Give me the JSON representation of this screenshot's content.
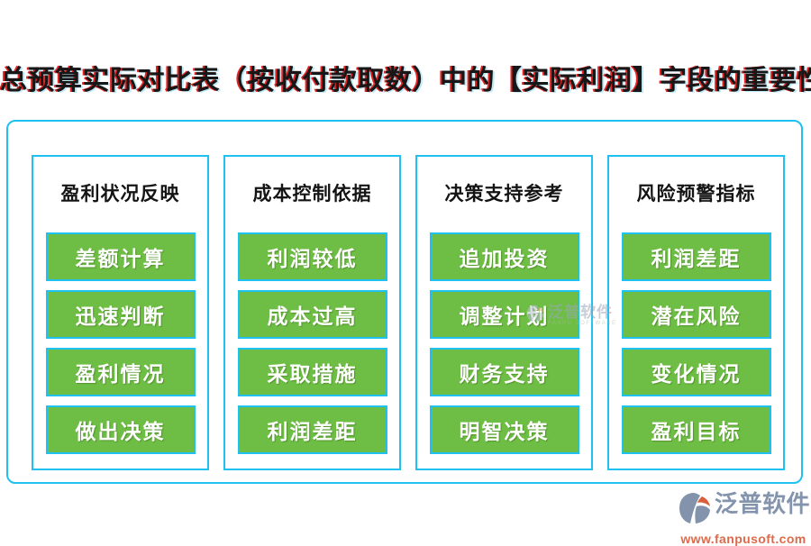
{
  "title": "总预算实际对比表（按收付款取数）中的【实际利润】字段的重要性",
  "colors": {
    "border_cyan": "#1fc1f1",
    "button_green": "#6ebe45",
    "title_red_fringe": "#e20000",
    "brand_slate": "#8494ac",
    "url_orange": "#dd6b4b"
  },
  "columns": [
    {
      "title": "盈利状况反映",
      "items": [
        "差额计算",
        "迅速判断",
        "盈利情况",
        "做出决策"
      ]
    },
    {
      "title": "成本控制依据",
      "items": [
        "利润较低",
        "成本过高",
        "采取措施",
        "利润差距"
      ]
    },
    {
      "title": "决策支持参考",
      "items": [
        "追加投资",
        "调整计划",
        "财务支持",
        "明智决策"
      ]
    },
    {
      "title": "风险预警指标",
      "items": [
        "利润差距",
        "潜在风险",
        "变化情况",
        "盈利目标"
      ]
    }
  ],
  "watermark": {
    "brand": "泛普软件",
    "subtext": "FANPU SOFTWARE"
  },
  "footer": {
    "brand": "泛普软件",
    "url": "www.fanpusoft.com"
  },
  "icons": {
    "logo": "fanpu-logo"
  }
}
